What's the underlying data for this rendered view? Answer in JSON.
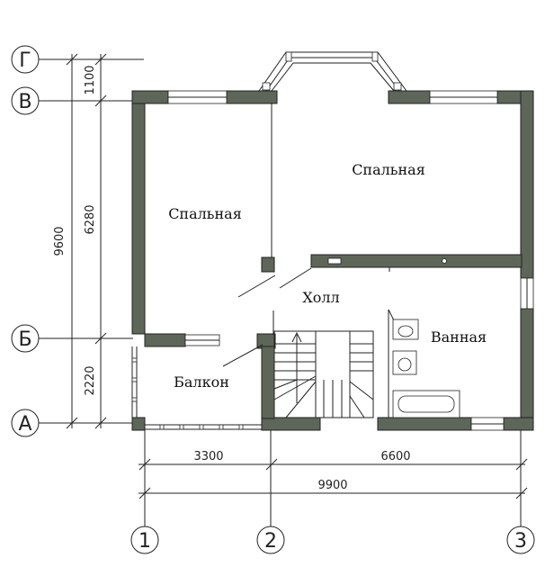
{
  "axes": {
    "rows": [
      {
        "id": "row-g",
        "label": "Г"
      },
      {
        "id": "row-v",
        "label": "В"
      },
      {
        "id": "row-b",
        "label": "Б"
      },
      {
        "id": "row-a",
        "label": "А"
      }
    ],
    "cols": [
      {
        "id": "col-1",
        "label": "1"
      },
      {
        "id": "col-2",
        "label": "2"
      },
      {
        "id": "col-3",
        "label": "3"
      }
    ]
  },
  "dimensions": {
    "vertical_total": "9600",
    "vertical_g_v": "1100",
    "vertical_v_b": "6280",
    "vertical_b_a": "2220",
    "horizontal_1_2": "3300",
    "horizontal_2_3": "6600",
    "horizontal_total": "9900"
  },
  "rooms": {
    "bedroom_left": "Спальная",
    "bedroom_right": "Спальная",
    "hall": "Холл",
    "bathroom": "Ванная",
    "balcony": "Балкон"
  },
  "colors": {
    "wall": "#5d6658",
    "line": "#222222"
  }
}
